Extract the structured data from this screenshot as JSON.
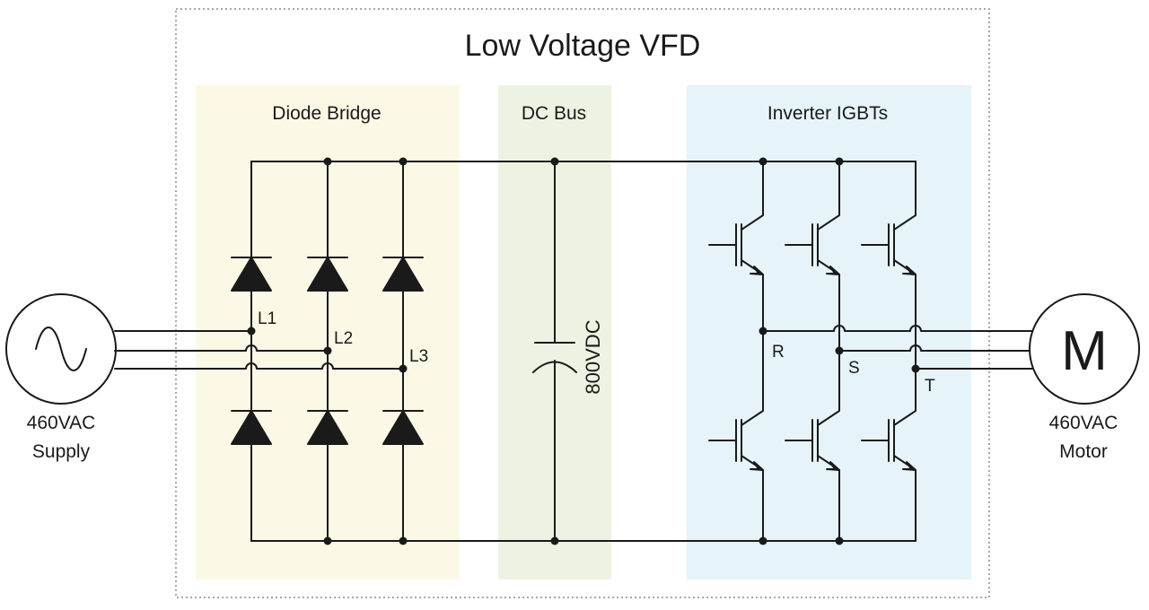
{
  "diagram": {
    "title": "Low Voltage VFD",
    "sections": {
      "diode_bridge": {
        "label": "Diode Bridge",
        "color": "#fbf8e6"
      },
      "dc_bus": {
        "label": "DC Bus",
        "color": "#edf3e2"
      },
      "inverter": {
        "label": "Inverter IGBTs",
        "color": "#e6f3f8"
      }
    },
    "supply": {
      "line1": "460VAC",
      "line2": "Supply",
      "symbol": "sine-wave-icon"
    },
    "motor": {
      "line1": "460VAC",
      "line2": "Motor",
      "symbol": "M"
    },
    "dc_voltage": "800VDC",
    "input_nodes": [
      "L1",
      "L2",
      "L3"
    ],
    "output_nodes": [
      "R",
      "S",
      "T"
    ],
    "colors": {
      "wire": "#1a1a1a",
      "border": "#8a8a8a"
    }
  }
}
